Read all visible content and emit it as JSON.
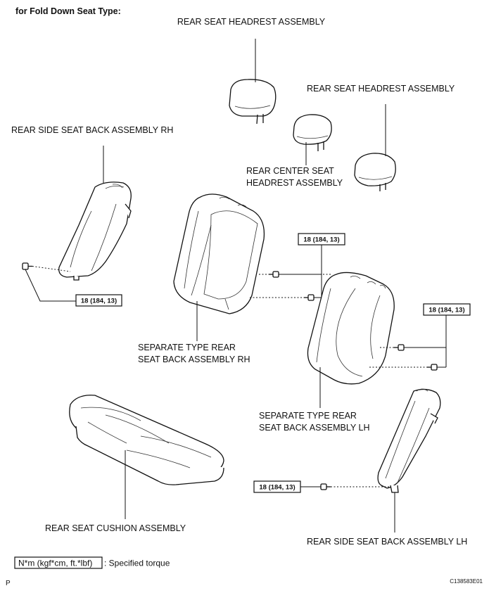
{
  "header": {
    "title": "for Fold Down Seat Type:"
  },
  "labels": {
    "headrest_top": "REAR SEAT HEADREST ASSEMBLY",
    "headrest_right": "REAR SEAT HEADREST ASSEMBLY",
    "center_headrest_1": "REAR CENTER SEAT",
    "center_headrest_2": "HEADREST ASSEMBLY",
    "side_back_rh": "REAR SIDE SEAT BACK ASSEMBLY RH",
    "sep_back_rh_1": "SEPARATE TYPE REAR",
    "sep_back_rh_2": "SEAT BACK ASSEMBLY RH",
    "sep_back_lh_1": "SEPARATE TYPE REAR",
    "sep_back_lh_2": "SEAT BACK ASSEMBLY LH",
    "cushion": "REAR SEAT CUSHION ASSEMBLY",
    "side_back_lh": "REAR SIDE SEAT BACK ASSEMBLY LH"
  },
  "torque": {
    "rh_side": "18 (184, 13)",
    "center": "18 (184, 13)",
    "right": "18 (184, 13)",
    "lh_side": "18 (184, 13)"
  },
  "legend": {
    "box": "N*m (kgf*cm, ft.*lbf)",
    "text": ": Specified torque"
  },
  "footer": {
    "left": "P",
    "code": "C138583E01"
  }
}
